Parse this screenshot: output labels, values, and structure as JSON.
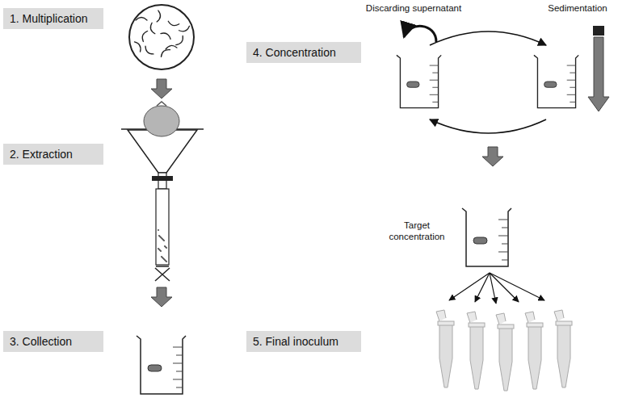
{
  "diagram": {
    "nodes": [
      {
        "text": [
          "1. Multiplication"
        ]
      },
      {
        "text": [
          "2. Extraction"
        ]
      },
      {
        "text": [
          "3. Collection"
        ]
      },
      {
        "text": [
          "4. Concentration"
        ]
      },
      {
        "text": [
          "5. Final inoculum"
        ]
      }
    ],
    "labels": [
      "Discarding supernatant",
      "Sedimentation",
      "Target concentration"
    ]
  }
}
